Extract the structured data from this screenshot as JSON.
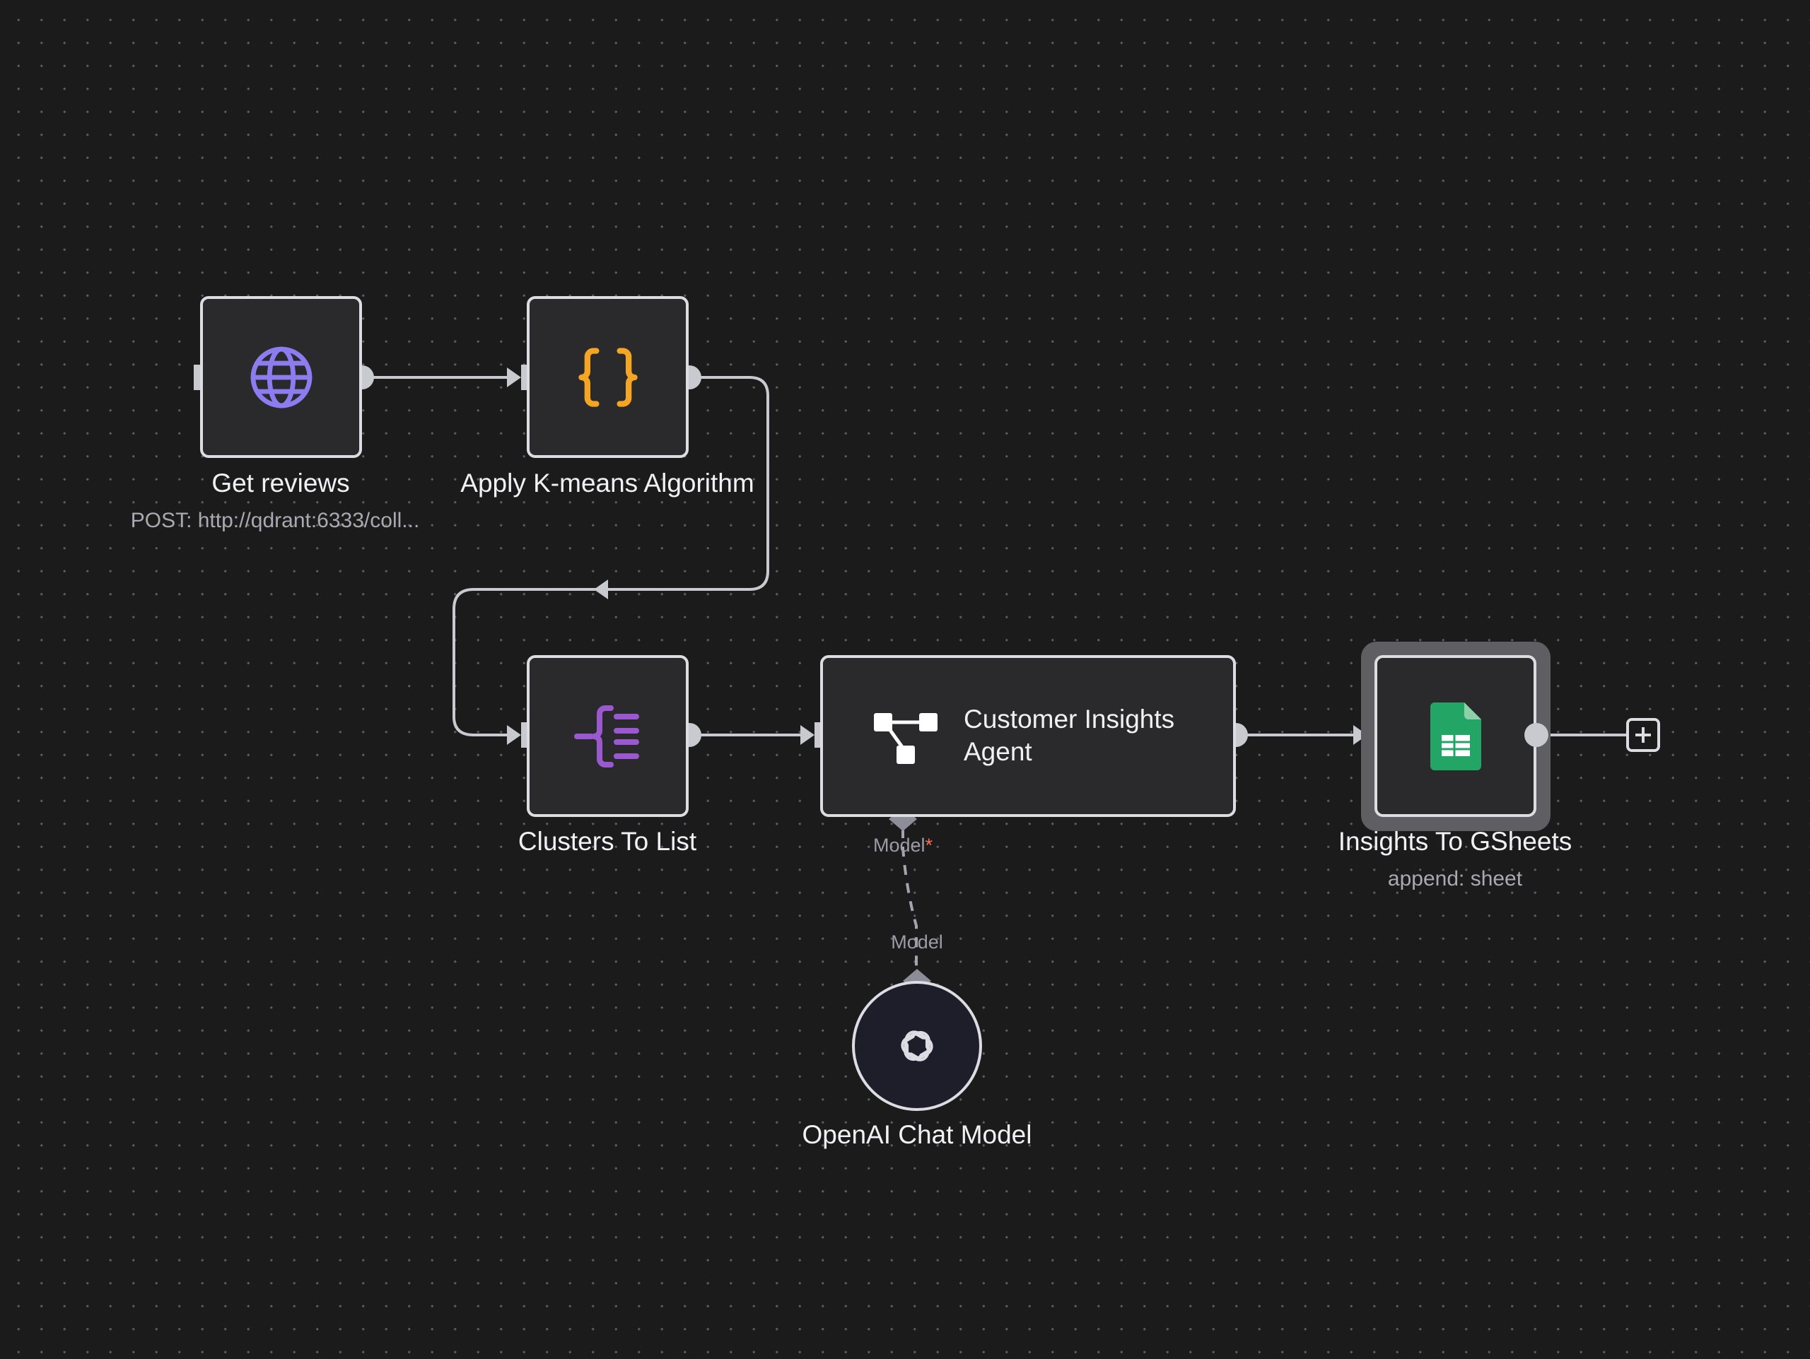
{
  "canvas": {
    "background_color": "#1b1b1c",
    "grid_dot_color": "#5a5a5e",
    "edge_color": "#c9c9d0"
  },
  "nodes": {
    "get_reviews": {
      "title": "Get reviews",
      "subtitle": "POST: http://qdrant:6333/coll...",
      "icon": "globe-icon",
      "icon_color": "#8c7cf0"
    },
    "kmeans": {
      "title": "Apply K-means Algorithm",
      "icon": "code-braces-icon",
      "icon_color": "#f5a524"
    },
    "clusters_to_list": {
      "title": "Clusters To List",
      "icon": "split-out-icon",
      "icon_color": "#9b59d0"
    },
    "agent": {
      "title": "Customer Insights Agent",
      "icon": "agent-icon",
      "icon_color": "#ffffff",
      "port_label": "Model",
      "port_required_mark": "*"
    },
    "gsheets": {
      "title": "Insights To GSheets",
      "subtitle": "append: sheet",
      "icon": "google-sheets-icon",
      "icon_color": "#23a566",
      "selected": true
    },
    "openai": {
      "title": "OpenAI Chat Model",
      "port_label": "Model",
      "icon": "openai-icon",
      "icon_color": "#dcdce2"
    }
  },
  "add_node_button": {
    "icon": "plus-icon"
  }
}
